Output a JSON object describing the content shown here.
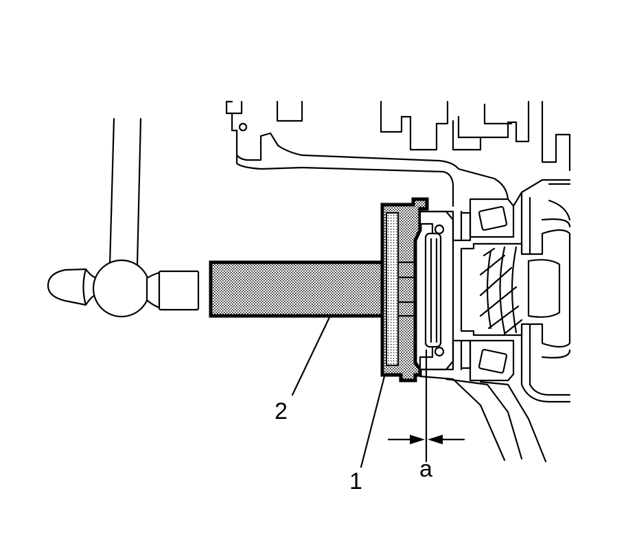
{
  "callouts": {
    "tool_1": "1",
    "tool_2": "2",
    "dimension_a": "a"
  },
  "colors": {
    "line": "#000000",
    "background": "#ffffff",
    "tool_fill": "#c8c8c8"
  }
}
